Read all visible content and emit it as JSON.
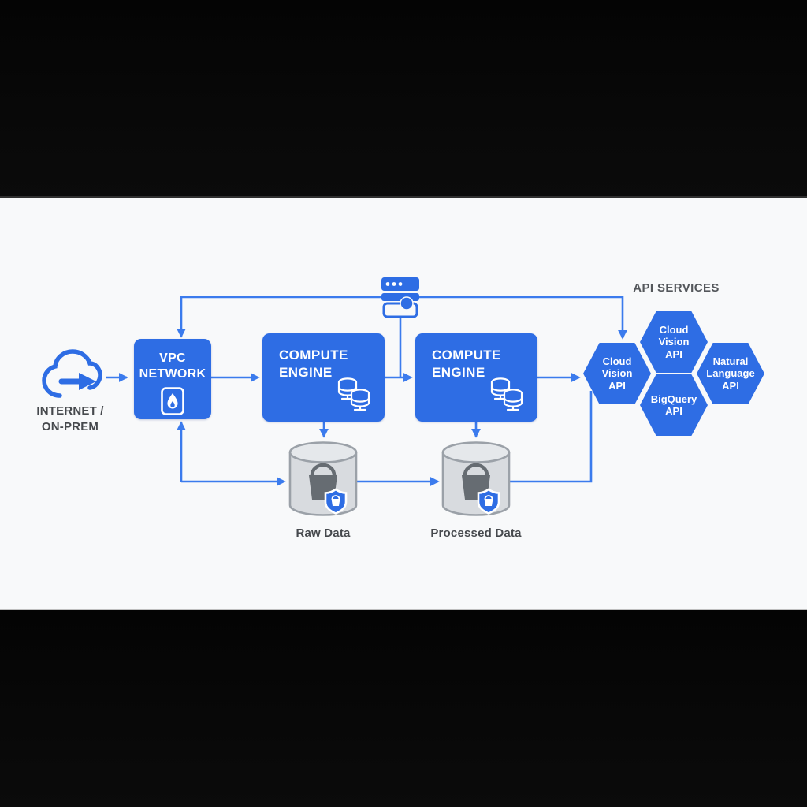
{
  "colors": {
    "node_blue": "#2e6de4",
    "line_blue": "#3b7bed",
    "cylinder_fill": "#d8dbdf",
    "cylinder_stroke": "#9ba1a8",
    "bucket_gray": "#666c72",
    "label_gray": "#46494d",
    "canvas": "#f8f9fa",
    "letterbox": "#060606"
  },
  "internet": {
    "line1": "INTERNET /",
    "line2": "ON-PREM"
  },
  "vpc": {
    "line1": "VPC",
    "line2": "NETWORK"
  },
  "compute1": {
    "line1": "COMPUTE",
    "line2": "ENGINE"
  },
  "compute2": {
    "line1": "COMPUTE",
    "line2": "ENGINE"
  },
  "api": {
    "title": "API SERVICES",
    "hex_left": {
      "l1": "Cloud",
      "l2": "Vision",
      "l3": "API"
    },
    "hex_top": {
      "l1": "Cloud",
      "l2": "Vision",
      "l3": "API"
    },
    "hex_right": {
      "l1": "Natural",
      "l2": "Language",
      "l3": "API"
    },
    "hex_bottom": {
      "l1": "BigQuery",
      "l2": "API"
    }
  },
  "storage": {
    "raw_label": "Raw Data",
    "processed_label": "Processed Data"
  }
}
